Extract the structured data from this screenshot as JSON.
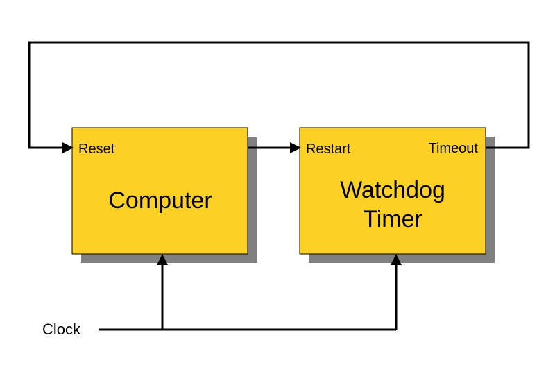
{
  "colors": {
    "block_fill": "#FDD123",
    "shadow": "#808080",
    "wire": "#000000",
    "background": "#FFFFFF"
  },
  "computer": {
    "title": "Computer",
    "port_reset": "Reset"
  },
  "watchdog": {
    "title_line1": "Watchdog",
    "title_line2": "Timer",
    "port_restart": "Restart",
    "port_timeout": "Timeout"
  },
  "clock": {
    "label": "Clock"
  }
}
